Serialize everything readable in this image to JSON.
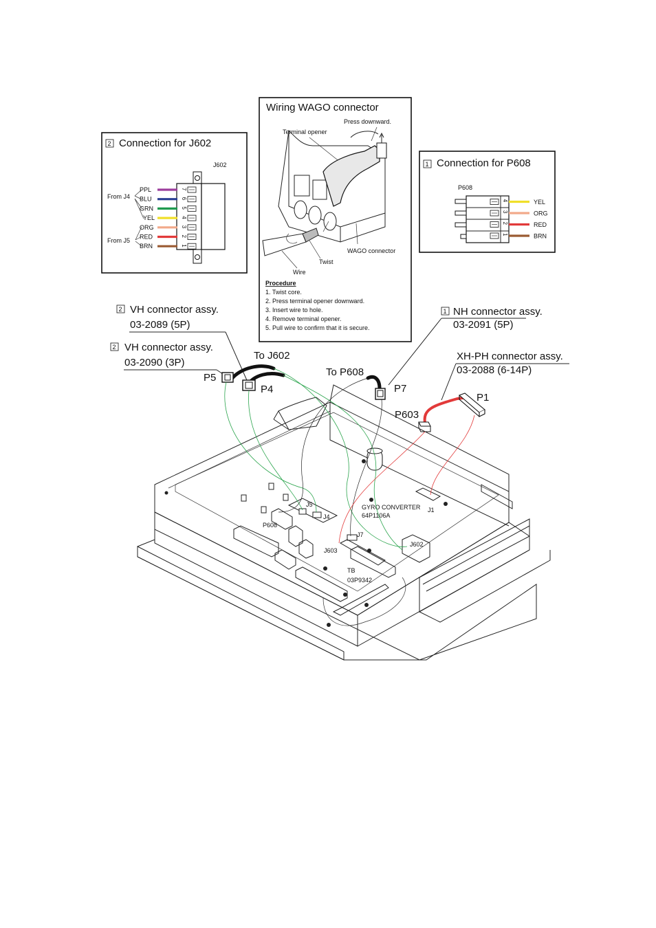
{
  "colors": {
    "ppl": "#9c3d9c",
    "blu": "#2b3f93",
    "grn": "#1f9a4f",
    "yel": "#f0df2a",
    "org": "#f2a98a",
    "red": "#e23a3a",
    "brn": "#9a5a32",
    "green_route": "#2aa44c",
    "red_route": "#e23a3a"
  },
  "j602_box": {
    "badge": "2",
    "title": "Connection for J602",
    "connector": "J602",
    "from_j4": "From J4",
    "from_j5": "From J5",
    "wires": [
      "PPL",
      "BLU",
      "GRN",
      "YEL",
      "ORG",
      "RED",
      "BRN"
    ],
    "pins": [
      "7",
      "6",
      "5",
      "4",
      "3",
      "2",
      "1"
    ]
  },
  "wago_box": {
    "title": "Wiring WAGO connector",
    "press": "Press downward.",
    "terminal_opener": "Terminal opener",
    "wago_connector": "WAGO connector",
    "twist": "Twist",
    "wire": "Wire",
    "procedure_title": "Procedure",
    "steps": [
      "1. Twist core.",
      "2. Press terminal opener downward.",
      "3. Insert wire to hole.",
      "4. Remove terminal opener.",
      "5. Pull wire to confirm that it is secure."
    ]
  },
  "p608_box": {
    "badge": "1",
    "title": "Connection for P608",
    "connector": "P608",
    "wires": [
      "YEL",
      "ORG",
      "RED",
      "BRN"
    ],
    "pins": [
      "4",
      "3",
      "2",
      "1"
    ]
  },
  "callouts": {
    "vh5_badge": "2",
    "vh5_title": "VH connector assy.",
    "vh5_part": "03-2089 (5P)",
    "vh3_badge": "2",
    "vh3_title": "VH connector assy.",
    "vh3_part": "03-2090 (3P)",
    "nh_badge": "1",
    "nh_title": "NH connector assy.",
    "nh_part": "03-2091 (5P)",
    "xh_title": "XH-PH connector assy.",
    "xh_part": "03-2088 (6-14P)"
  },
  "connectors": {
    "to_j602": "To J602",
    "to_p608": "To P608",
    "p5": "P5",
    "p4": "P4",
    "p7": "P7",
    "p1": "P1",
    "p603": "P603"
  },
  "board": {
    "j5": "J5",
    "j4": "J4",
    "j1": "J1",
    "j7": "J7",
    "j602": "J602",
    "j603": "J603",
    "p608": "P608",
    "gyro": "GYRO CONVERTER",
    "gyro_part": "64P1106A",
    "tb": "TB",
    "tb_part": "03P9342"
  }
}
